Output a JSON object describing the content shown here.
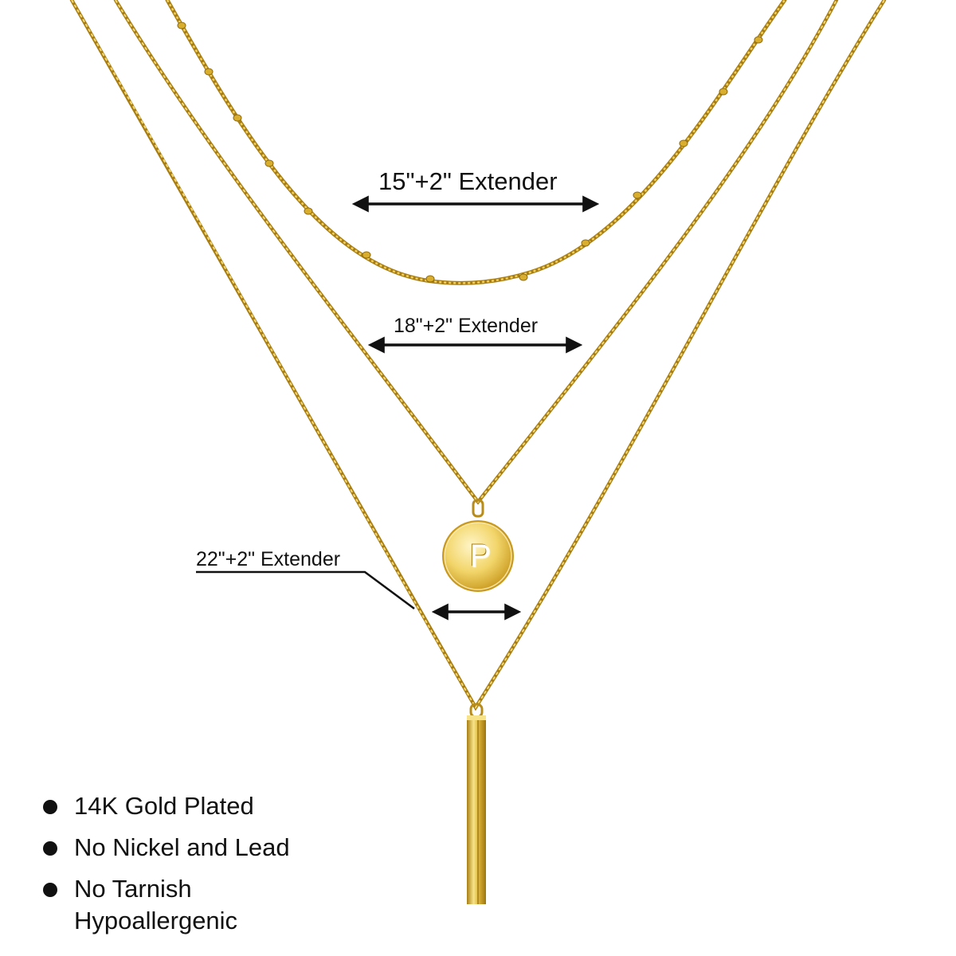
{
  "annotations": {
    "chain_15": "15\"+2\" Extender",
    "chain_18": "18\"+2\" Extender",
    "chain_22": "22\"+2\" Extender"
  },
  "pendant": {
    "letter": "P"
  },
  "features": [
    {
      "lines": [
        "14K Gold Plated"
      ]
    },
    {
      "lines": [
        "No Nickel and Lead"
      ]
    },
    {
      "lines": [
        "No Tarnish",
        "Hypoallergenic"
      ]
    }
  ],
  "colors": {
    "gold": "#d9ae2e",
    "gold_light": "#f7e38a",
    "gold_dark": "#a87e14",
    "text": "#111111",
    "background": "#ffffff"
  }
}
